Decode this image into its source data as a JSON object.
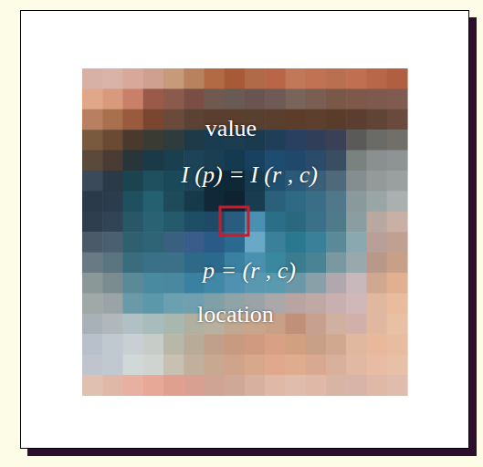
{
  "diagram": {
    "labels": [
      "value",
      "I (p) = I (r , c)",
      "p = (r , c)",
      "location"
    ]
  }
}
